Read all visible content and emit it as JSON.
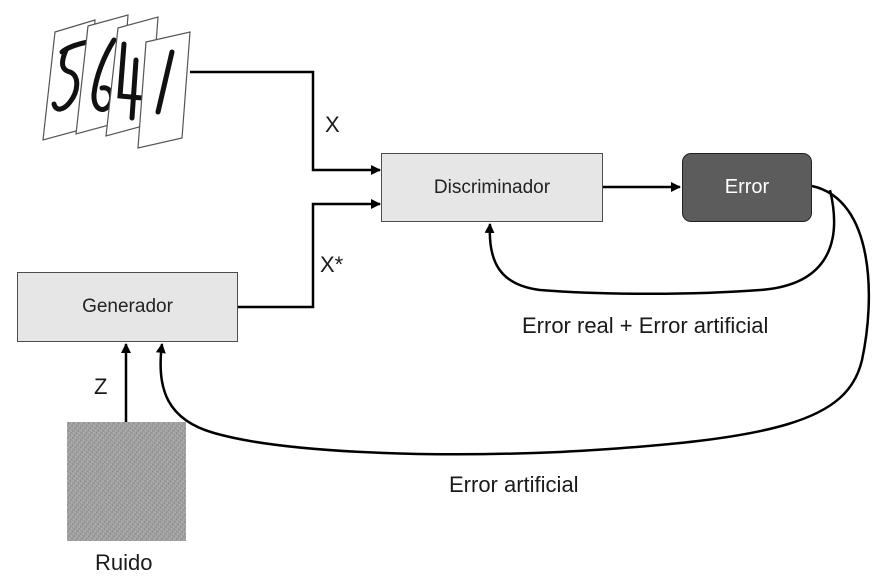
{
  "nodes": {
    "discriminator": "Discriminador",
    "error": "Error",
    "generator": "Generador",
    "noise": "Ruido"
  },
  "edge_labels": {
    "x_real": "X",
    "x_fake": "X*",
    "z": "Z",
    "error_real_plus_artificial": "Error real + Error artificial",
    "error_artificial": "Error artificial"
  },
  "digit_samples": [
    "5",
    "6",
    "4",
    "1"
  ],
  "colors": {
    "box_fill": "#e6e6e6",
    "error_fill": "#5c5c5c",
    "noise_fill": "#9c9c9c",
    "line": "#000000"
  }
}
